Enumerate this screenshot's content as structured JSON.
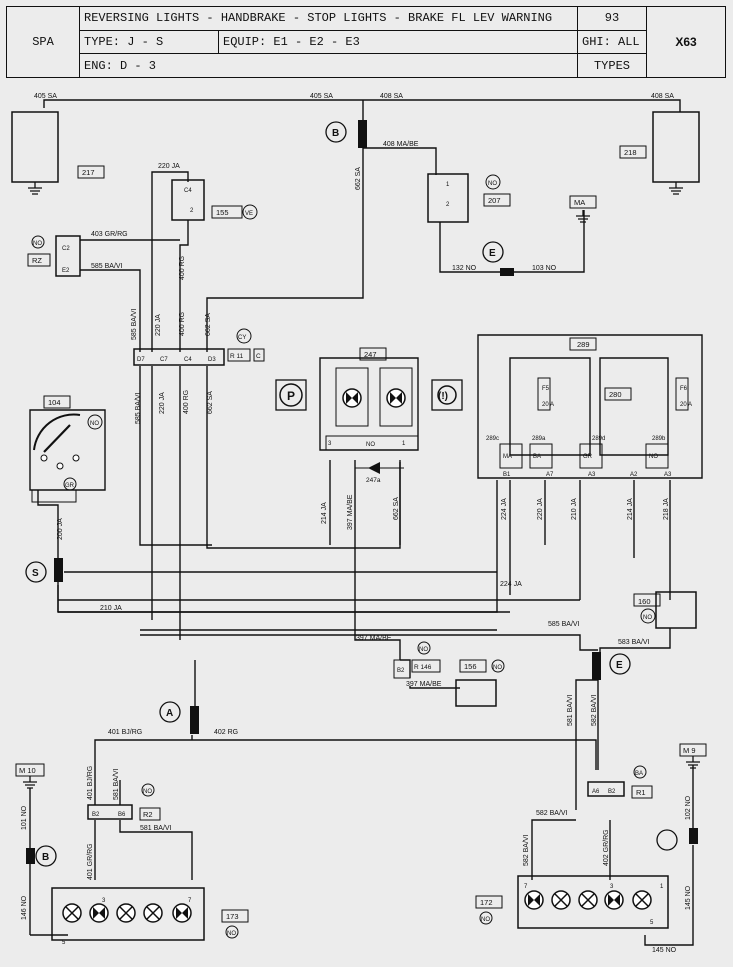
{
  "header": {
    "region": "SPA",
    "title": "REVERSING LIGHTS - HANDBRAKE - STOP LIGHTS - BRAKE FL LEV WARNING",
    "page": "93",
    "sheet": "X63",
    "type": "TYPE: J - S",
    "equip": "EQUIP: E1 - E2 - E3",
    "ghi": "GHI: ALL",
    "eng": "ENG:  D - 3",
    "types": "TYPES"
  },
  "components": {
    "c217": "217",
    "c218": "218",
    "c155": "155",
    "c155_tag": "VE",
    "c207": "207",
    "c207_tag": "NO",
    "c207_p1": "1",
    "c207_p2": "2",
    "ma": "MA",
    "rz": "RZ",
    "rz_tag": "NO",
    "c2": "C2",
    "e2": "E2",
    "c104": "104",
    "c104_tag": "NO",
    "c104_gr": "GR",
    "c247": "247",
    "c247a": "247a",
    "c247_tag": "NO",
    "c289": "289",
    "c280": "280",
    "f5": "F5",
    "f5_amp": "20 A",
    "f6": "F6",
    "f6_amp": "20 A",
    "c289c": "289c",
    "c289a": "289a",
    "c289d": "289d",
    "c289b": "289b",
    "t_ma": "MA",
    "t_ba": "BA",
    "t_gr": "GR",
    "t_no": "NO",
    "b1": "B1",
    "a7": "A7",
    "a3": "A3",
    "a2": "A2",
    "a3b": "A3",
    "pin3": "3",
    "pin5": "5",
    "pin3b": "3",
    "pin1": "1",
    "c160": "160",
    "c160_tag": "NO",
    "c156": "156",
    "c156_tag": "NO",
    "r146": "R 146",
    "r146_tag": "NO",
    "b2": "B2",
    "cy": "CY",
    "r11": "R 11",
    "c_tag": "C",
    "d7": "D7",
    "c7": "C7",
    "c4": "C4",
    "d3": "D3",
    "c4_top": "C4",
    "c155_p1": "1",
    "c155_p2": "2",
    "m10": "M 10",
    "m9": "M 9",
    "c173": "173",
    "c173_tag": "NO",
    "c172": "172",
    "c172_tag": "NO",
    "r2": "R2",
    "r2_tag": "NO",
    "b2b": "B2",
    "b6": "B6",
    "r1": "R1",
    "r1_tag": "BA",
    "a6": "A6",
    "b2c": "B2",
    "p_icon": "P",
    "brake_icon": "(!)",
    "p1": "1",
    "p3": "3",
    "p5": "5",
    "p7": "7",
    "p7b": "7",
    "p3b": "3",
    "p5b": "5",
    "p1b": "1"
  },
  "connectors": {
    "b": "B",
    "e": "E",
    "s": "S",
    "a": "A",
    "e2": "E",
    "b2": "B"
  },
  "wires": {
    "w405sa_l": "405 SA",
    "w405sa_r": "405 SA",
    "w408sa": "408 SA",
    "w408sa_r": "408 SA",
    "w408mabe": "408 MA/BE",
    "w662sa_v": "662 SA",
    "w220ja": "220 JA",
    "w403": "403 GR/RG",
    "w585": "585 BA/VI",
    "w400rg": "400 RG",
    "w132": "132 NO",
    "w103": "103 NO",
    "v585": "585 BA/VI",
    "v220": "220 JA",
    "v400": "400 RG",
    "v662": "662 SA",
    "v585b": "585 BA/VI",
    "v220b": "220 JA",
    "v400b": "400 RG",
    "v662b": "662 SA",
    "v200": "200 JA",
    "w224": "224 JA",
    "w210": "210 JA",
    "v214": "214 JA",
    "v397": "397 MA/BE",
    "v662c": "662 SA",
    "v224": "224 JA",
    "v220c": "220 JA",
    "v210": "210 JA",
    "v214b": "214 JA",
    "v218": "218 JA",
    "w585r": "585 BA/VI",
    "w583": "583 BA/VI",
    "w397a": "397 MA/BE",
    "w397b": "397 MA/BE",
    "w401": "401 BJ/RG",
    "w402": "402 RG",
    "v401": "401 BJ/RG",
    "v581": "581 BA/VI",
    "w581": "581 BA/VI",
    "v581r": "581 BA/VI",
    "v582": "582 BA/VI",
    "w582": "582 BA/VI",
    "v582b": "582 BA/VI",
    "v402": "402 GR/RG",
    "v101": "101 NO",
    "v146": "146 NO",
    "v401b": "401 GR/RG",
    "v102": "102 NO",
    "v145": "145 NO",
    "w145": "145 NO"
  }
}
